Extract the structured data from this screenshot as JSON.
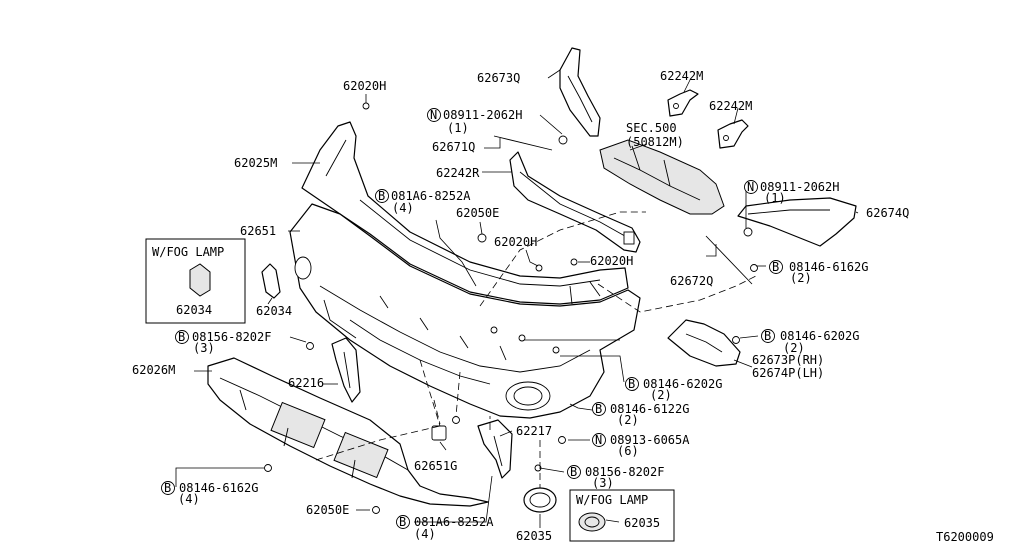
{
  "diagram_id": "T6200009",
  "boxes": [
    {
      "title": "W/FOG LAMP",
      "part": "62034"
    },
    {
      "title": "W/FOG LAMP",
      "part": "62035"
    }
  ],
  "labels": [
    {
      "text": "62020H"
    },
    {
      "text": "62025M"
    },
    {
      "text": "62651"
    },
    {
      "text": "62034"
    },
    {
      "text": "62673Q"
    },
    {
      "text": "62242M"
    },
    {
      "text": "62242M"
    },
    {
      "text": "08911-2062H",
      "prefix": "N",
      "qty": "(1)"
    },
    {
      "text": "62671Q"
    },
    {
      "text": "SEC.500"
    },
    {
      "text": "(50812M)"
    },
    {
      "text": "62242R"
    },
    {
      "text": "081A6-8252A",
      "prefix": "B",
      "qty": "(4)"
    },
    {
      "text": "62050E"
    },
    {
      "text": "62020H"
    },
    {
      "text": "62020H"
    },
    {
      "text": "08911-2062H",
      "prefix": "N",
      "qty": "(1)"
    },
    {
      "text": "62674Q"
    },
    {
      "text": "62672Q"
    },
    {
      "text": "08146-6162G",
      "prefix": "B",
      "qty": "(2)"
    },
    {
      "text": "08146-6202G",
      "prefix": "B",
      "qty": "(2)"
    },
    {
      "text": "62673P(RH)"
    },
    {
      "text": "62674P(LH)"
    },
    {
      "text": "08156-8202F",
      "prefix": "B",
      "qty": "(3)"
    },
    {
      "text": "62026M"
    },
    {
      "text": "62216"
    },
    {
      "text": "08146-6202G",
      "prefix": "B",
      "qty": "(2)"
    },
    {
      "text": "08146-6122G",
      "prefix": "B",
      "qty": "(2)"
    },
    {
      "text": "62217"
    },
    {
      "text": "08913-6065A",
      "prefix": "N",
      "qty": "(6)"
    },
    {
      "text": "62651G"
    },
    {
      "text": "08156-8202F",
      "prefix": "B",
      "qty": "(3)"
    },
    {
      "text": "08146-6162G",
      "prefix": "B",
      "qty": "(4)"
    },
    {
      "text": "62050E"
    },
    {
      "text": "081A6-8252A",
      "prefix": "B",
      "qty": "(4)"
    },
    {
      "text": "62035"
    }
  ]
}
